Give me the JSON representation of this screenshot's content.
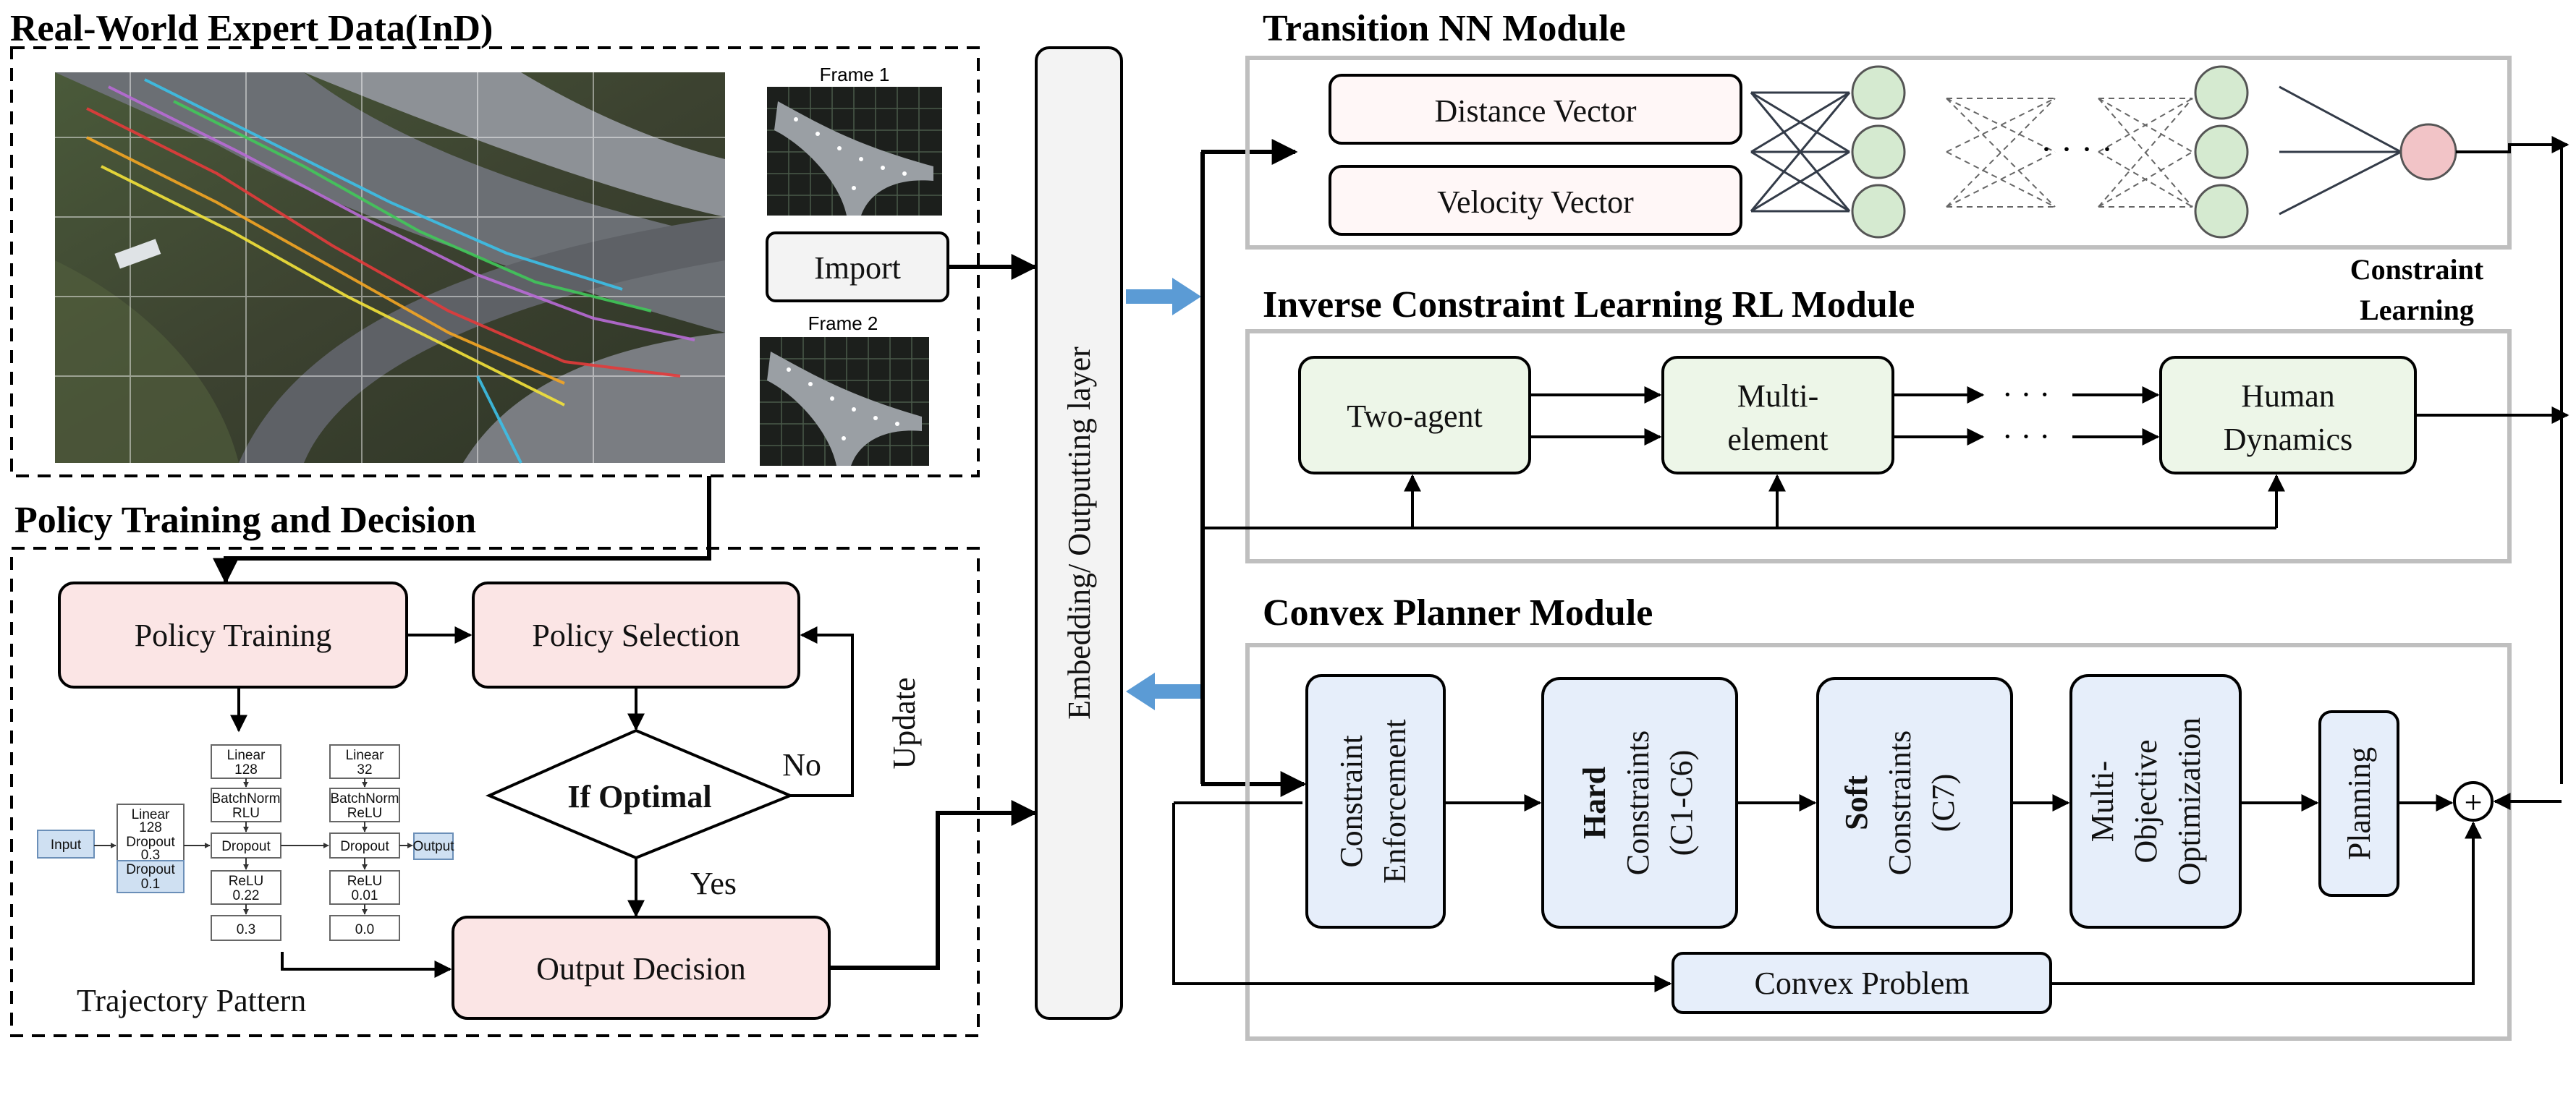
{
  "sections": {
    "real_world_title": "Real-World Expert Data(InD)",
    "policy_title": "Policy Training and Decision",
    "transition_title": "Transition NN Module",
    "icl_title": "Inverse Constraint Learning RL Module",
    "convex_title": "Convex Planner Module"
  },
  "real_world": {
    "frame1": "Frame 1",
    "frame2": "Frame 2",
    "import": "Import"
  },
  "embedding": {
    "label": "Embedding/ Outputting layer"
  },
  "policy": {
    "training": "Policy Training",
    "selection": "Policy Selection",
    "if_optimal": "If Optimal",
    "no": "No",
    "yes": "Yes",
    "update": "Update",
    "output": "Output Decision",
    "trajectory": "Trajectory Pattern",
    "nn": {
      "input": "Input",
      "output": "Output",
      "b1": [
        "Linear",
        "128",
        "Dropout",
        "0.3"
      ],
      "b1b": [
        "Dropout",
        "0.1"
      ],
      "b2": [
        "Linear",
        "128"
      ],
      "b3": [
        "BatchNorm",
        "RLU"
      ],
      "b4": "Dropout",
      "b5": [
        "ReLU",
        "0.22"
      ],
      "b6": "0.3",
      "b7": [
        "Linear",
        "32"
      ],
      "b8": [
        "BatchNorm",
        "ReLU"
      ],
      "b9": "Dropout",
      "b10": [
        "ReLU",
        "0.01"
      ],
      "b11": "0.0"
    }
  },
  "transition": {
    "distance": "Distance Vector",
    "velocity": "Velocity Vector",
    "dots": "· · · ·",
    "constraint1": "Constraint",
    "constraint2": "Learning"
  },
  "icl": {
    "two_agent": "Two-agent",
    "multi1": "Multi-",
    "multi2": "element",
    "human1": "Human",
    "human2": "Dynamics",
    "dots": "· · ·"
  },
  "convex": {
    "enf1": "Constraint",
    "enf2": "Enforcement",
    "hard_bold": "Hard",
    "hard2": "Constraints",
    "hard3": "(C1-C6)",
    "soft_bold": "Soft",
    "soft2": "Constraints",
    "soft3": "(C7)",
    "mo1": "Multi-",
    "mo2": "Objective",
    "mo3": "Optimization",
    "planning": "Planning",
    "problem": "Convex Problem",
    "plus": "+"
  },
  "colors": {
    "pink_box": "#fbe5e5",
    "green_box": "#edf6e8",
    "blue_box": "#e6eefa",
    "node_green": "#d5ead0",
    "node_pink": "#f2c4c7",
    "arrow_blue": "#5b9bd5",
    "module_border": "#bfbfbf"
  }
}
